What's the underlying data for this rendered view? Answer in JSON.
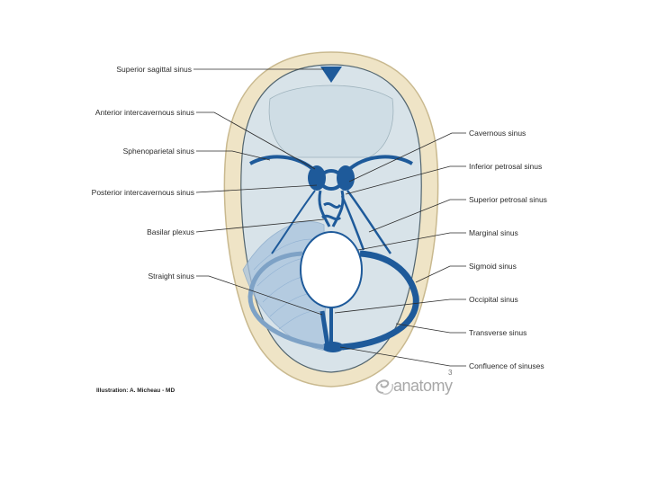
{
  "labels_left": [
    {
      "text": "Superior sagittal sinus"
    },
    {
      "text": "Anterior intercavernous sinus"
    },
    {
      "text": "Sphenoparietal sinus"
    },
    {
      "text": "Posterior intercavernous sinus"
    },
    {
      "text": "Basilar plexus"
    },
    {
      "text": "Straight sinus"
    }
  ],
  "labels_right": [
    {
      "text": "Cavernous sinus"
    },
    {
      "text": "Inferior petrosal sinus"
    },
    {
      "text": "Superior petrosal sinus"
    },
    {
      "text": "Marginal sinus"
    },
    {
      "text": "Sigmoid sinus"
    },
    {
      "text": "Occipital sinus"
    },
    {
      "text": "Transverse sinus"
    },
    {
      "text": "Confluence of sinuses"
    }
  ],
  "credit": "Illustration: A. Micheau - MD",
  "page_number": "3",
  "logo_text": "anatomy",
  "colors": {
    "bone": "#efe4c6",
    "dura": "#d8e3e9",
    "sinus": "#1e5a9a",
    "tentorium": "#a9c3de"
  }
}
